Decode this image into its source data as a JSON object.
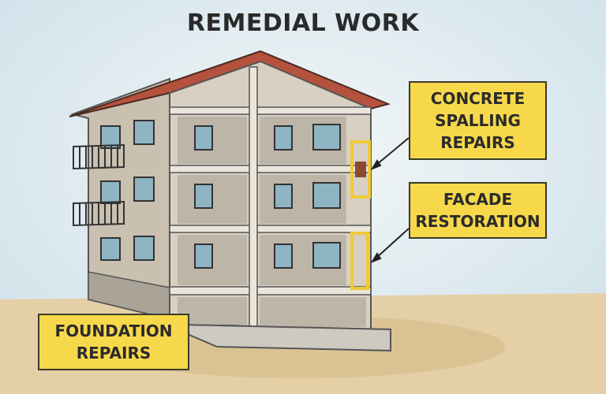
{
  "title": "REMEDIAL WORK",
  "labels": {
    "spalling": [
      "CONCRETE",
      "SPALLING",
      "REPAIRS"
    ],
    "facade": [
      "FACADE",
      "RESTORATION"
    ],
    "foundation": [
      "FOUNDATION",
      "REPAIRS"
    ]
  },
  "colors": {
    "label_bg": "#f6d84a",
    "roof": "#b5523d",
    "wall": "#c9c0b0",
    "ground": "#e4cfa6",
    "sky": "#dce9ef"
  }
}
